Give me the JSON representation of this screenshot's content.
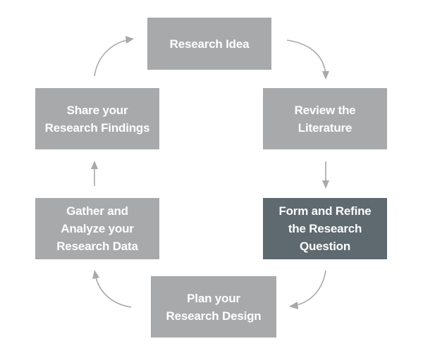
{
  "steps": [
    {
      "label": "Research Idea",
      "highlighted": false
    },
    {
      "label": "Review the\nLiterature",
      "highlighted": false
    },
    {
      "label": "Form and Refine\nthe Research\nQuestion",
      "highlighted": true
    },
    {
      "label": "Plan your\nResearch Design",
      "highlighted": false
    },
    {
      "label": "Gather and\nAnalyze your\nResearch Data",
      "highlighted": false
    },
    {
      "label": "Share your\nResearch Findings",
      "highlighted": false
    }
  ],
  "colors": {
    "box": "#a7a9ab",
    "box_highlight": "#5e6970",
    "text": "#ffffff",
    "arrow": "#a7a9ab"
  }
}
